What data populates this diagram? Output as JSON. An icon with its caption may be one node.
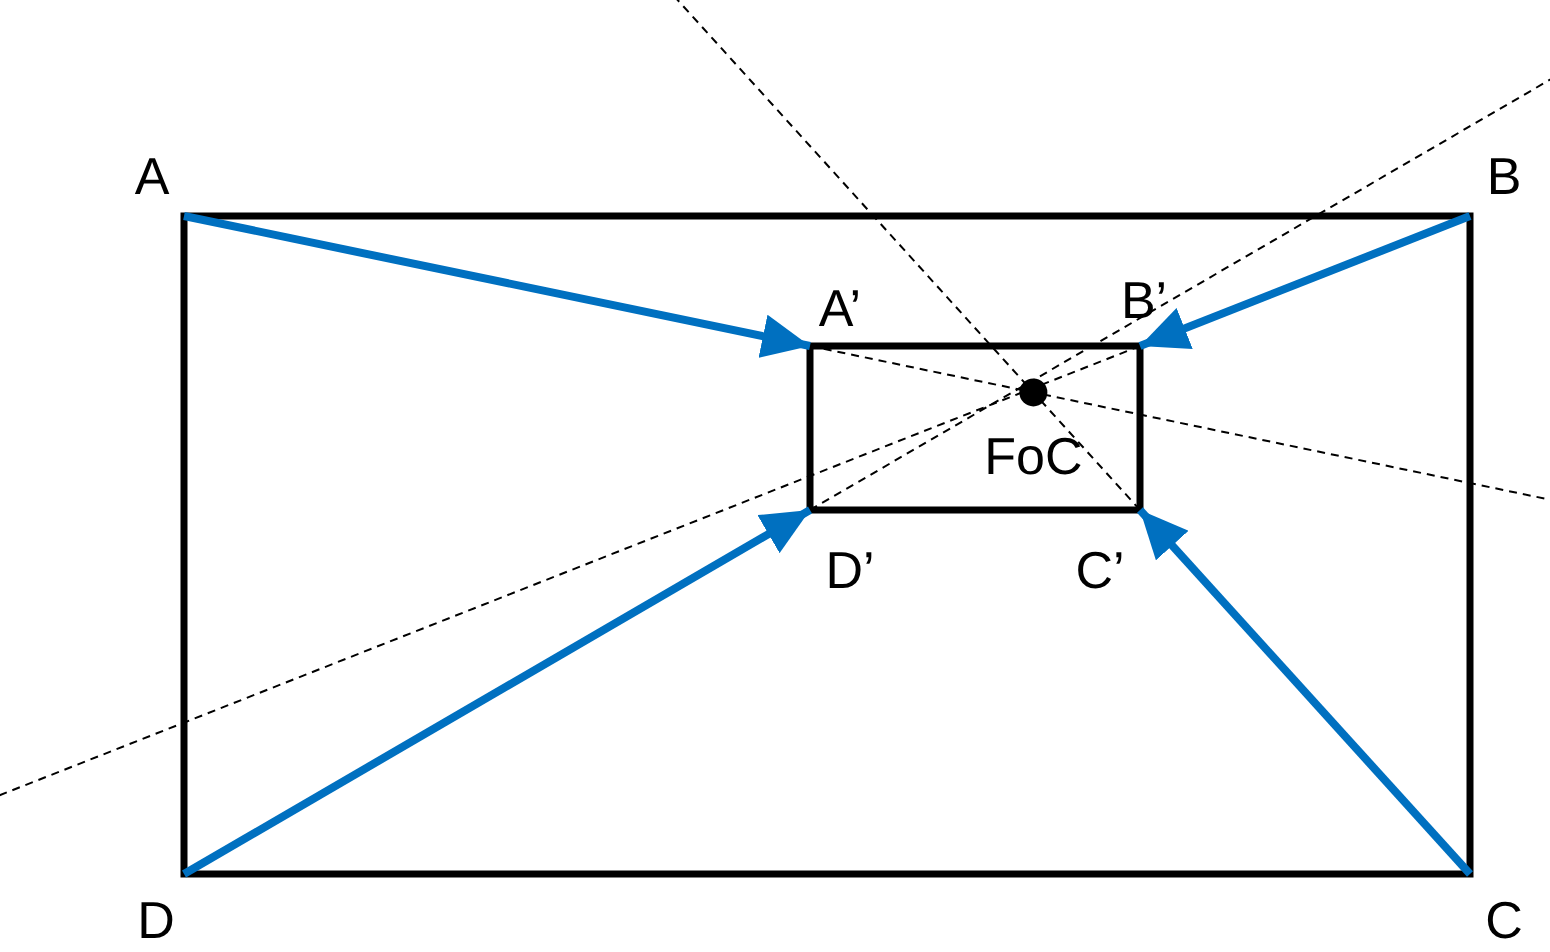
{
  "diagram": {
    "nodes": [
      {
        "text": [
          "A"
        ]
      },
      {
        "text": [
          "B"
        ]
      },
      {
        "text": [
          "C"
        ]
      },
      {
        "text": [
          "D"
        ]
      },
      {
        "text": [
          "A’"
        ]
      },
      {
        "text": [
          "B’"
        ]
      },
      {
        "text": [
          "C’"
        ]
      },
      {
        "text": [
          "D’"
        ]
      }
    ],
    "edges": [
      {
        "from": 0,
        "to": 4,
        "arrow": "to"
      },
      {
        "from": 1,
        "to": 5,
        "arrow": "to"
      },
      {
        "from": 2,
        "to": 6,
        "arrow": "to"
      },
      {
        "from": 3,
        "to": 7,
        "arrow": "to"
      }
    ],
    "labels": [
      "FoC"
    ]
  }
}
